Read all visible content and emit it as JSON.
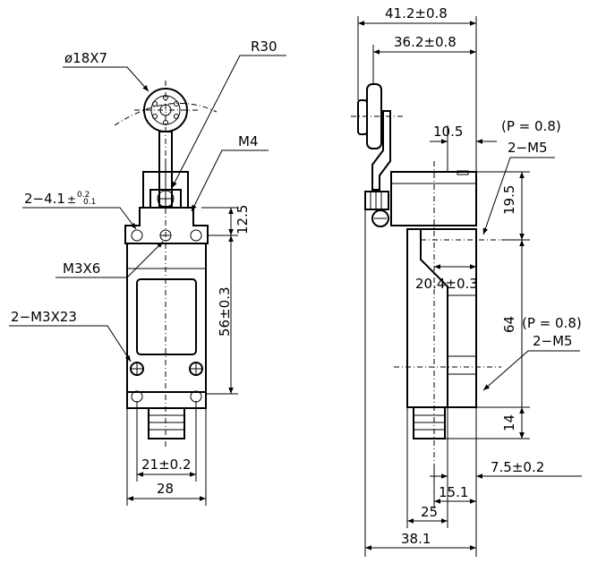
{
  "front_view": {
    "roller_dim": "ø18X7",
    "radius_dim": "R30",
    "thread_m4": "M4",
    "mount_holes": "2−4.1",
    "mount_holes_tol_upper": "0.2",
    "mount_holes_tol_lower": "0.1",
    "screw_m3x6": "M3X6",
    "screw_m3x23": "2−M3X23",
    "dim_12_5": "12.5",
    "dim_56": "56±0.3",
    "dim_21": "21±0.2",
    "dim_28": "28"
  },
  "side_view": {
    "dim_41_2": "41.2±0.8",
    "dim_36_2": "36.2±0.8",
    "dim_10_5": "10.5",
    "pitch_top": "(P = 0.8)",
    "thread_top": "2−M5",
    "dim_19_5": "19.5",
    "dim_20_4": "20.4±0.3",
    "dim_64": "64",
    "pitch_bottom": "(P = 0.8)",
    "thread_bottom": "2−M5",
    "dim_14": "14",
    "dim_7_5": "7.5±0.2",
    "dim_15_1": "15.1",
    "dim_25": "25",
    "dim_38_1": "38.1"
  }
}
